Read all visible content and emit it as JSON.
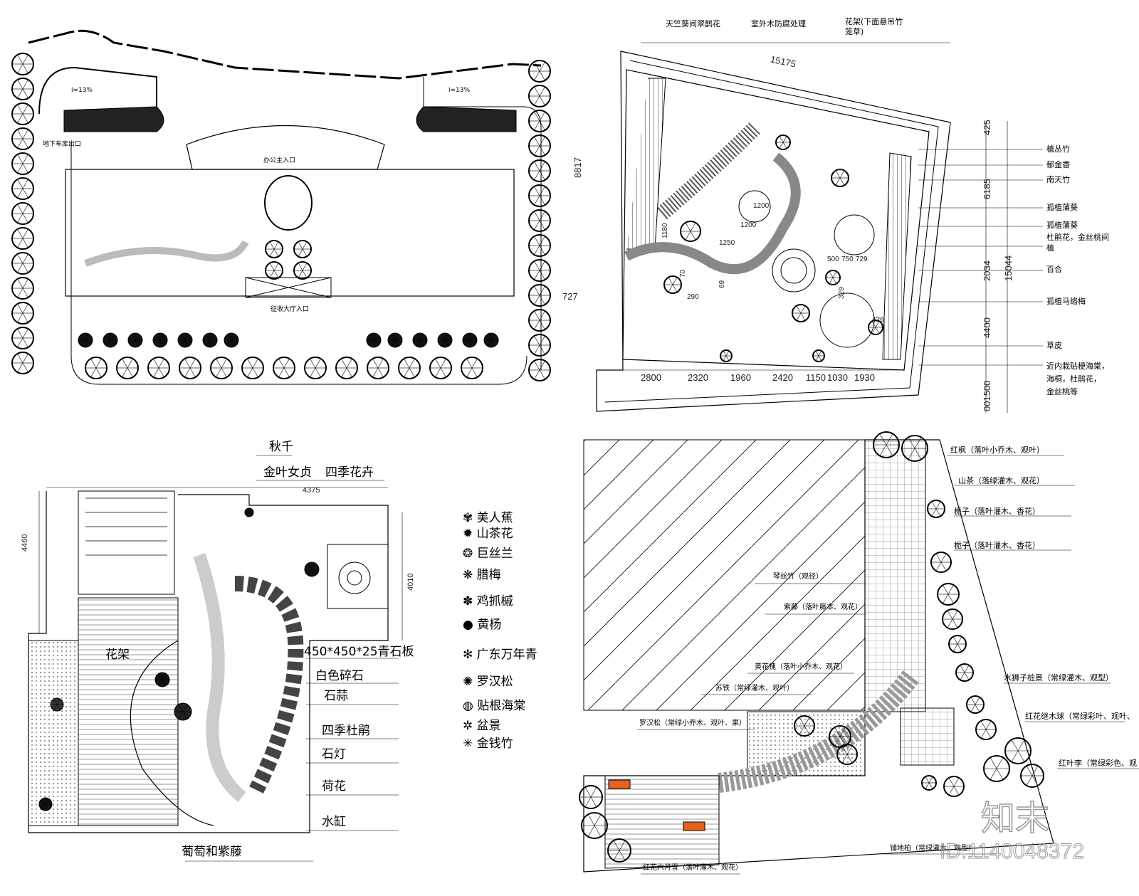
{
  "colors": {
    "line": "#000000",
    "accent_orange": "#e8601a",
    "watermark": "#9a9a9a"
  },
  "plan_office": {
    "entrance_main": "办公主入口",
    "garage_exit": "地下车库出口",
    "hall_entrance": "征收大厅入口",
    "slope_left": "i=13%",
    "slope_right": "i=13%"
  },
  "plan_rooftop": {
    "top_labels": [
      "天竺葵间翠鹊花",
      "室外木防腐处理",
      "花架(下面悬吊竹",
      "笼草)"
    ],
    "dim_top": "15175",
    "dim_left": "8817",
    "dim_left_small": "727",
    "dims_bottom": [
      "2800",
      "2320",
      "1960",
      "2420",
      "1150",
      "1030",
      "1930"
    ],
    "dims_right": [
      "425",
      "6185",
      "2034",
      "4400",
      "001500",
      "15044"
    ],
    "plant_labels": [
      "植丛竹",
      "郁金香",
      "南天竹",
      "孤植蒲葵",
      "孤植蒲葵",
      "杜鹃花，金丝桃间",
      "植",
      "百合",
      "孤植马络梅",
      "草皮",
      "近内栽贴梗海棠，",
      "海桐，杜鹃花，",
      "金丝桃等"
    ],
    "inner_dims": [
      "1200",
      "1200",
      "1250",
      "1180",
      "500",
      "750",
      "729",
      "329",
      "426",
      "290",
      "69",
      "70"
    ]
  },
  "plan_courtyard": {
    "labels": {
      "swing": "秋千",
      "golden_privet": "金叶女贞",
      "seasonal_flowers": "四季花卉",
      "dim_width": "4375",
      "dim_left": "4460",
      "dim_right": "4010",
      "pergola": "花架",
      "slab": "450*450*25青石板",
      "gravel": "白色碎石",
      "lycoris": "石蒜",
      "azalea": "四季杜鹃",
      "lantern": "石灯",
      "lotus": "荷花",
      "water_jar": "水缸",
      "grape_wisteria": "葡萄和紫藤"
    },
    "legend": [
      "美人蕉",
      "山茶花",
      "巨丝兰",
      "腊梅",
      "鸡抓槭",
      "黄杨",
      "广东万年青",
      "罗汉松",
      "贴根海棠",
      "盆景",
      "金钱竹"
    ]
  },
  "plan_garden": {
    "labels_right": [
      "红枫（落叶小乔木、观叶）",
      "山茶（落绿灌木、观花）",
      "栀子（落叶灌木、香花）",
      "栀子（落叶灌木、香花）",
      "水狮子桩景（常绿灌木、观型）",
      "红花继木球（常绿彩叶、观叶、",
      "红叶李（常绿彩色、观"
    ],
    "labels_center": [
      "琴丝竹（观径）",
      "紫藤（落叶藤本、观花）",
      "黄花槐（落叶小乔木、观花）",
      "苏铁（常绿灌木、观叶）",
      "罗汉松（常绿小乔木、观叶、果）"
    ],
    "label_bottom_left": "红花六月雪（落叶灌木、观花）",
    "label_bottom_right": "铺地柏（常绿灌木、观型）"
  },
  "watermark": {
    "logo": "知末",
    "id": "ID:1140048372"
  }
}
